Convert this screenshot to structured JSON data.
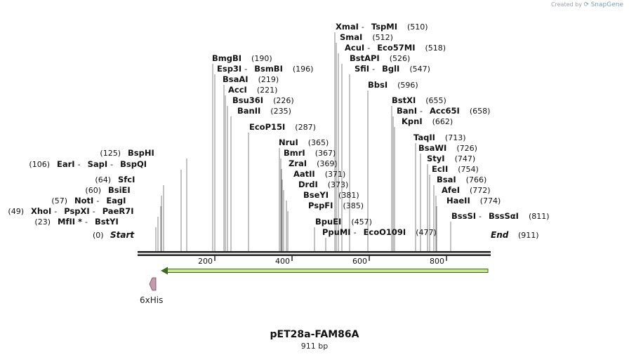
{
  "branding": {
    "created_by": "Created by",
    "brand": "SnapGene"
  },
  "plasmid": {
    "name": "pET28a-FAM86A",
    "length": "911 bp",
    "bp": 911
  },
  "start_label": "Start",
  "start_pos": "(0)",
  "end_label": "End",
  "end_pos": "(911)",
  "axis_ticks": [
    "200",
    "400",
    "600",
    "800"
  ],
  "feature": {
    "name": "6xHis"
  },
  "sites": [
    {
      "names": [
        "MfII *",
        "BstYI"
      ],
      "pos": "(23)"
    },
    {
      "names": [
        "XhoI",
        "PspXI",
        "PaeR7I"
      ],
      "pos": "(49)"
    },
    {
      "names": [
        "NotI",
        "EagI"
      ],
      "pos": "(57)"
    },
    {
      "names": [
        "BsiEI"
      ],
      "pos": "(60)"
    },
    {
      "names": [
        "SfcI"
      ],
      "pos": "(64)"
    },
    {
      "names": [
        "EarI",
        "SapI",
        "BspQI"
      ],
      "pos": "(106)"
    },
    {
      "names": [
        "BspHI"
      ],
      "pos": "(125)"
    },
    {
      "names": [
        "BmgBI"
      ],
      "pos": "(190)"
    },
    {
      "names": [
        "Esp3I",
        "BsmBI"
      ],
      "pos": "(196)"
    },
    {
      "names": [
        "BsaAI"
      ],
      "pos": "(219)"
    },
    {
      "names": [
        "AccI"
      ],
      "pos": "(221)"
    },
    {
      "names": [
        "Bsu36I"
      ],
      "pos": "(226)"
    },
    {
      "names": [
        "BanII"
      ],
      "pos": "(235)"
    },
    {
      "names": [
        "EcoP15I"
      ],
      "pos": "(287)"
    },
    {
      "names": [
        "NruI"
      ],
      "pos": "(365)"
    },
    {
      "names": [
        "BmrI"
      ],
      "pos": "(367)"
    },
    {
      "names": [
        "ZraI"
      ],
      "pos": "(369)"
    },
    {
      "names": [
        "AatII"
      ],
      "pos": "(371)"
    },
    {
      "names": [
        "DrdI"
      ],
      "pos": "(373)"
    },
    {
      "names": [
        "BseYI"
      ],
      "pos": "(381)"
    },
    {
      "names": [
        "PspFI"
      ],
      "pos": "(385)"
    },
    {
      "names": [
        "BpuEI"
      ],
      "pos": "(457)"
    },
    {
      "names": [
        "PpuMI",
        "EcoO109I"
      ],
      "pos": "(477)"
    },
    {
      "names": [
        "XmaI",
        "TspMI"
      ],
      "pos": "(510)"
    },
    {
      "names": [
        "SmaI"
      ],
      "pos": "(512)"
    },
    {
      "names": [
        "AcuI",
        "Eco57MI"
      ],
      "pos": "(518)"
    },
    {
      "names": [
        "BstAPI"
      ],
      "pos": "(526)"
    },
    {
      "names": [
        "SfiI",
        "BglI"
      ],
      "pos": "(547)"
    },
    {
      "names": [
        "BbsI"
      ],
      "pos": "(596)"
    },
    {
      "names": [
        "BstXI"
      ],
      "pos": "(655)"
    },
    {
      "names": [
        "BanI",
        "Acc65I"
      ],
      "pos": "(658)"
    },
    {
      "names": [
        "KpnI"
      ],
      "pos": "(662)"
    },
    {
      "names": [
        "TaqII"
      ],
      "pos": "(713)"
    },
    {
      "names": [
        "BsaWI"
      ],
      "pos": "(726)"
    },
    {
      "names": [
        "StyI"
      ],
      "pos": "(747)"
    },
    {
      "names": [
        "EcII"
      ],
      "pos": "(754)"
    },
    {
      "names": [
        "BsaI"
      ],
      "pos": "(766)"
    },
    {
      "names": [
        "AfeI"
      ],
      "pos": "(772)"
    },
    {
      "names": [
        "HaeII"
      ],
      "pos": "(774)"
    },
    {
      "names": [
        "BssSI",
        "BssSαI"
      ],
      "pos": "(811)"
    }
  ],
  "colors": {
    "orf_fill": "#c6e88a",
    "orf_stroke": "#3a6b1e",
    "feature_fill": "#c49aac",
    "backbone": "#222222"
  }
}
